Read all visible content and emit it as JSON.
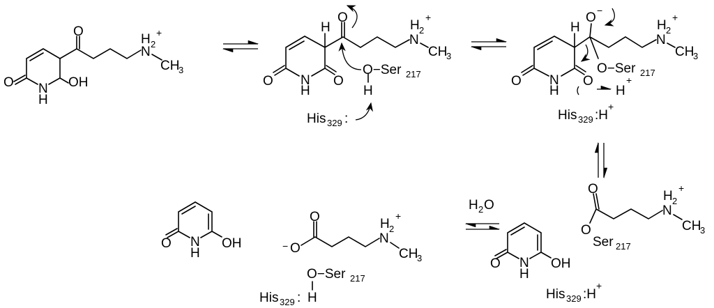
{
  "title": "Enzymatic hydrolysis mechanism (Ser217 / His329)",
  "labels": {
    "O": "O",
    "NH_N": "N",
    "NH_H": "H",
    "OH": "OH",
    "H": "H",
    "N": "N",
    "H2": "H",
    "two": "2",
    "plus": "+",
    "minus": "−",
    "CH3": "CH",
    "three": "3",
    "O_Ser": "O−Ser",
    "Ser": "Ser",
    "ser_num": "217",
    "His": "His",
    "his_num": "329",
    "colon": ":",
    "colon_H": ":H",
    "H2O_H": "H",
    "H2O_O": "O",
    "neg_O": "−O"
  },
  "colors": {
    "ink": "#000000",
    "background": "#ffffff"
  }
}
